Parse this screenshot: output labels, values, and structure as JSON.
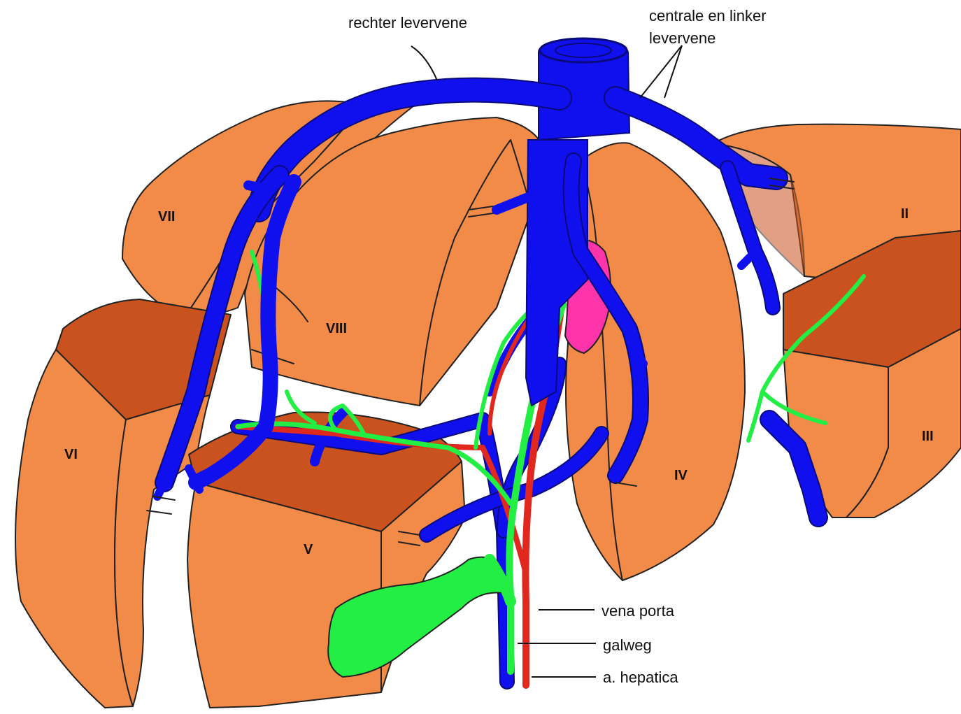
{
  "labels": {
    "rechter_levervene": "rechter levervene",
    "centrale_linker_line1": "centrale en linker",
    "centrale_linker_line2": "levervene",
    "vena_porta": "vena porta",
    "galweg": "galweg",
    "a_hepatica": "a. hepatica"
  },
  "segments": {
    "s2": "II",
    "s3": "III",
    "s4": "IV",
    "s5": "V",
    "s6": "VI",
    "s7": "VII",
    "s8": "VIII"
  },
  "colors": {
    "liver": "#f28a48",
    "liver_dark": "#c9521e",
    "hepatic_vein": "#1010ee",
    "bile_duct": "#22ee44",
    "artery": "#e0281e",
    "caudate": "#ff33aa"
  }
}
